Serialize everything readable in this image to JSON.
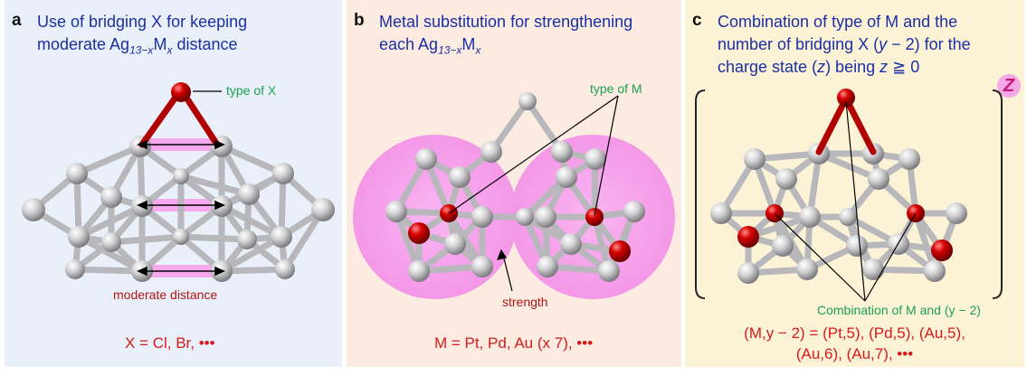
{
  "panel_a": {
    "letter": "a",
    "title_line1": "Use of bridging X for keeping",
    "title_line2_pre": "moderate Ag",
    "title_sub1": "13−x",
    "title_mid": "M",
    "title_sub2": "x",
    "title_post": " distance",
    "label_type": "type of X",
    "label_distance": "moderate distance",
    "formula": "X = Cl, Br, •••"
  },
  "panel_b": {
    "letter": "b",
    "title_line1": "Metal substitution for strengthening",
    "title_line2_pre": "each Ag",
    "title_sub1": "13−x",
    "title_mid": "M",
    "title_sub2": "x",
    "label_type": "type of M",
    "label_strength": "strength",
    "formula": "M = Pt, Pd, Au (x 7), •••"
  },
  "panel_c": {
    "letter": "c",
    "title_line1": "Combination of type of M and the",
    "title_line2_pre": "number of bridging X (",
    "title_line2_var": "y",
    "title_line2_post": " − 2) for the",
    "title_line3_pre": "charge state (",
    "title_line3_var": "z",
    "title_line3_post": ") being ",
    "title_line3_var2": "z",
    "title_line3_end": " ≧ 0",
    "badge": "Z",
    "label_combination": "Combination of M and (y − 2)",
    "formula_line1": "(M,y − 2) = (Pt,5), (Pd,5), (Au,5),",
    "formula_line2": "(Au,6), (Au,7), •••"
  },
  "colors": {
    "title_blue": "#1b2fa3",
    "label_green": "#1aa24f",
    "formula_red": "#d71a1a",
    "atom_red": "#c00000",
    "highlight_pink": "#f7a8ee"
  }
}
